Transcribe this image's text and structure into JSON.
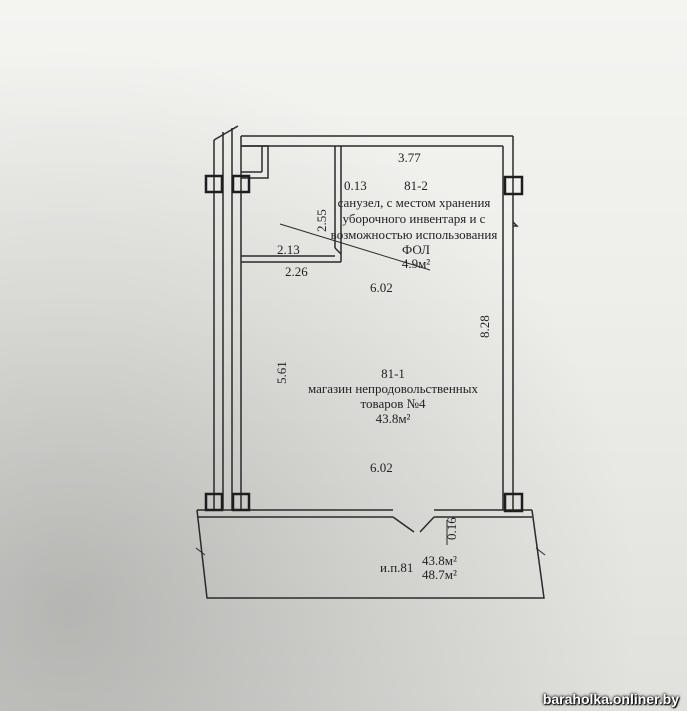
{
  "dimensions": {
    "top_width": "3.77",
    "niche_width": "0.13",
    "bath_height": "2.55",
    "bath_partition": "2.13",
    "bath_width": "2.26",
    "shop_width_top": "6.02",
    "right_height": "8.28",
    "shop_height": "5.61",
    "shop_width_bottom": "6.02",
    "door_gap": "0.16"
  },
  "rooms": {
    "bathroom": {
      "number": "81-2",
      "lines": [
        "санузел, с местом хранения",
        "уборочного инвентаря и с",
        "возможностью использования",
        "ФОЛ"
      ],
      "area": "4.9м²"
    },
    "shop": {
      "number": "81-1",
      "lines": [
        "магазин непродовольственных",
        "товаров №4"
      ],
      "area": "43.8м²"
    }
  },
  "summary": {
    "label": "и.п.81",
    "main_area": "43.8м²",
    "total_area": "48.7м²"
  },
  "watermark": "baraholka.onliner.by"
}
